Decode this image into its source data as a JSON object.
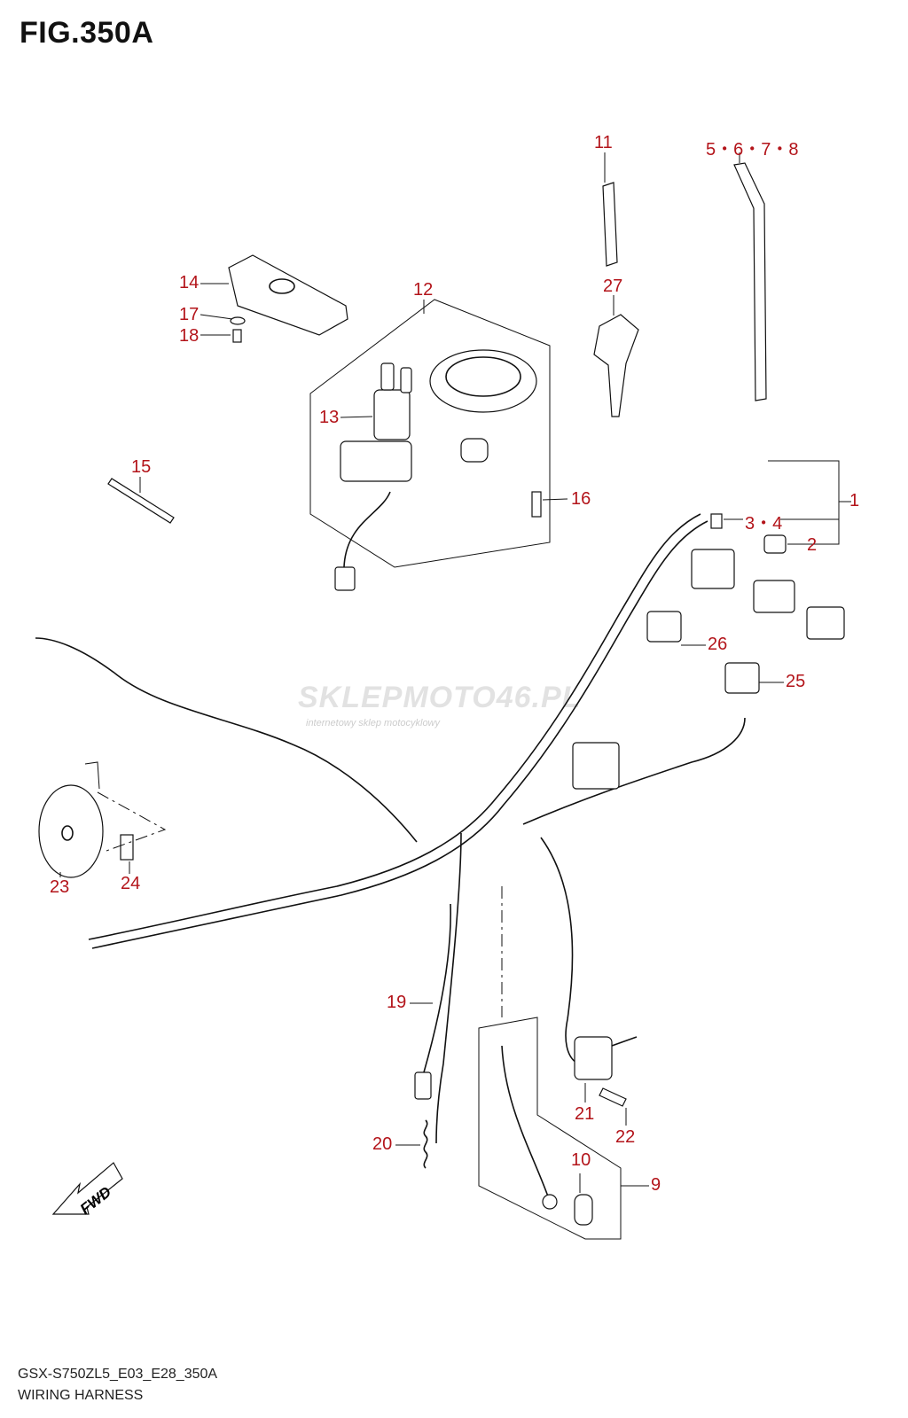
{
  "figure": {
    "title": "FIG.350A",
    "model_code": "GSX-S750ZL5_E03_E28_350A",
    "description": "WIRING HARNESS"
  },
  "watermark": {
    "text": "SKLEPMOTO46.PL",
    "subtext": "internetowy sklep motocyklowy"
  },
  "callouts": [
    {
      "id": "1",
      "label": "1"
    },
    {
      "id": "2",
      "label": "2"
    },
    {
      "id": "3-4",
      "label": "3・4"
    },
    {
      "id": "5-8",
      "label": "5・6・7・8"
    },
    {
      "id": "9",
      "label": "9"
    },
    {
      "id": "10",
      "label": "10"
    },
    {
      "id": "11",
      "label": "11"
    },
    {
      "id": "12",
      "label": "12"
    },
    {
      "id": "13",
      "label": "13"
    },
    {
      "id": "14",
      "label": "14"
    },
    {
      "id": "15",
      "label": "15"
    },
    {
      "id": "16",
      "label": "16"
    },
    {
      "id": "17",
      "label": "17"
    },
    {
      "id": "18",
      "label": "18"
    },
    {
      "id": "19",
      "label": "19"
    },
    {
      "id": "20",
      "label": "20"
    },
    {
      "id": "21",
      "label": "21"
    },
    {
      "id": "22",
      "label": "22"
    },
    {
      "id": "23",
      "label": "23"
    },
    {
      "id": "24",
      "label": "24"
    },
    {
      "id": "25",
      "label": "25"
    },
    {
      "id": "26",
      "label": "26"
    },
    {
      "id": "27",
      "label": "27"
    }
  ],
  "fwd_label": "FWD",
  "colors": {
    "callout": "#b3141a",
    "line": "#111111"
  }
}
